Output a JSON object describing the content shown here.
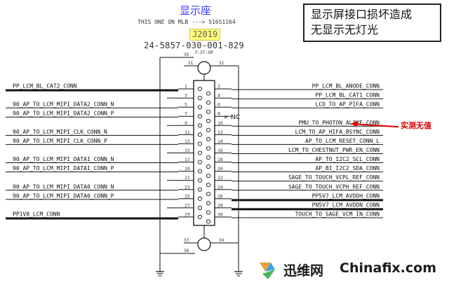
{
  "header": {
    "title": "显示座",
    "subtitle": "THIS ONE ON MLB ---> 516S1164",
    "refdes": "J2019",
    "part_number": "24-5857-030-001-829",
    "package": "F-ST-SM"
  },
  "callout": {
    "line1": "显示屏接口损坏造成",
    "line2": "无显示无灯光"
  },
  "measurement": {
    "label": "实测无值",
    "color": "#e00000"
  },
  "connector": {
    "top_pins": [
      "35",
      "31",
      "32"
    ],
    "bottom_pins": [
      "33",
      "36",
      "34"
    ],
    "nc_label": "NC",
    "rows": [
      {
        "left_pin": "1",
        "right_pin": "2",
        "left_net": "PP_LCM_BL_CAT2_CONN",
        "right_net": "PP_LCM_BL_ANODE_CONN"
      },
      {
        "left_pin": "3",
        "right_pin": "4",
        "left_net": "",
        "right_net": "PP_LCM_BL_CAT1_CONN"
      },
      {
        "left_pin": "5",
        "right_pin": "6",
        "left_net": "90_AP_TO_LCM_MIPI_DATA2_CONN_N",
        "right_net": "LCD_TO_AP_PIFA_CONN"
      },
      {
        "left_pin": "7",
        "right_pin": "8",
        "left_net": "90_AP_TO_LCM_MIPI_DATA2_CONN_P",
        "right_net": ""
      },
      {
        "left_pin": "9",
        "right_pin": "10",
        "left_net": "",
        "right_net": "PMU_TO_PHOTON_ALIVE_CONN"
      },
      {
        "left_pin": "11",
        "right_pin": "12",
        "left_net": "90_AP_TO_LCM_MIPI_CLK_CONN_N",
        "right_net": "LCM_TO_AP_HIFA_BSYNC_CONN"
      },
      {
        "left_pin": "13",
        "right_pin": "14",
        "left_net": "90_AP_TO_LCM_MIPI_CLK_CONN_P",
        "right_net": "AP_TO_LCM_RESET_CONN_L"
      },
      {
        "left_pin": "15",
        "right_pin": "16",
        "left_net": "",
        "right_net": "LCM_TO_CHESTNUT_PWR_EN_CONN"
      },
      {
        "left_pin": "17",
        "right_pin": "18",
        "left_net": "90_AP_TO_LCM_MIPI_DATA1_CONN_N",
        "right_net": "AP_TO_I2C2_SCL_CONN"
      },
      {
        "left_pin": "19",
        "right_pin": "20",
        "left_net": "90_AP_TO_LCM_MIPI_DATA1_CONN_P",
        "right_net": "AP_BI_I2C2_SDA_CONN"
      },
      {
        "left_pin": "21",
        "right_pin": "22",
        "left_net": "",
        "right_net": "SAGE_TO_TOUCH_VCPL_REF_CONN"
      },
      {
        "left_pin": "23",
        "right_pin": "24",
        "left_net": "90_AP_TO_LCM_MIPI_DATA0_CONN_N",
        "right_net": "SAGE_TO_TOUCH_VCPH_REF_CONN"
      },
      {
        "left_pin": "25",
        "right_pin": "26",
        "left_net": "90_AP_TO_LCM_MIPI_DATA0_CONN_P",
        "right_net": "PP5V7_LCM_AVDDH_CONN"
      },
      {
        "left_pin": "27",
        "right_pin": "28",
        "left_net": "",
        "right_net": "PN5V7_LCM_AVDDN_CONN"
      },
      {
        "left_pin": "29",
        "right_pin": "30",
        "left_net": "PP1V8_LCM_CONN",
        "right_net": "TOUCH_TO_SAGE_VCM_IN_CONN"
      }
    ]
  },
  "watermark": {
    "cn": "迅维网",
    "en": "Chinafix.com"
  },
  "colors": {
    "wire": "#111111",
    "pin_label": "#333333",
    "title": "#3a3aff",
    "highlight": "#ffff7a"
  }
}
